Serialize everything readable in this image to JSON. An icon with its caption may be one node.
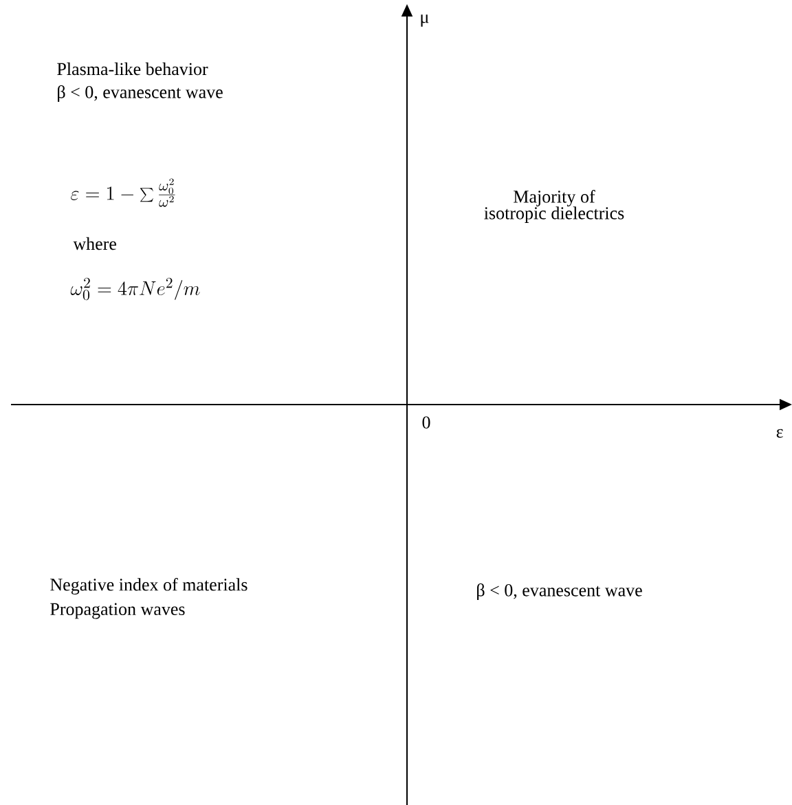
{
  "diagram": {
    "labels": [
      "μ",
      "Plasma-like behavior",
      "β < 0, evanescent wave",
      "\\varepsilon = 1 - \\sum \\frac{\\omega_0^2}{\\omega^2}",
      "where",
      "\\omega_0^2 = 4\\pi N e^2 / m",
      "Majority of isotropic dielectrics",
      "0",
      "ε",
      "Negative index of materials",
      "Propagation waves",
      "β < 0, evanescent wave"
    ]
  }
}
